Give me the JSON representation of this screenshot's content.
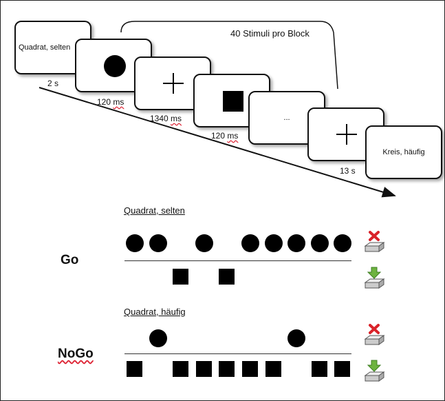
{
  "block_label": "40 Stimuli pro Block",
  "cards": [
    {
      "text": "Quadrat, selten"
    },
    {
      "stimulus": "circle"
    },
    {
      "stimulus": "fixation-cross"
    },
    {
      "stimulus": "square"
    },
    {
      "text": "..."
    },
    {
      "stimulus": "fixation-cross"
    },
    {
      "text": "Kreis, häufig"
    }
  ],
  "durations": {
    "instruction": "2 s",
    "stimulus_1": "120",
    "fixation": "1340",
    "stimulus_2": "120",
    "final": "13 s",
    "unit_ms": "ms"
  },
  "conditions": {
    "go": {
      "title": "Quadrat, selten",
      "label": "Go",
      "top_row": [
        "circle",
        "circle",
        "empty",
        "circle",
        "empty",
        "circle",
        "circle",
        "circle",
        "circle",
        "circle"
      ],
      "bottom_row": [
        "empty",
        "empty",
        "square",
        "empty",
        "square",
        "empty",
        "empty",
        "empty",
        "empty",
        "empty"
      ]
    },
    "nogo": {
      "title": "Quadrat, häufig",
      "label": "NoGo",
      "top_row": [
        "empty",
        "circle",
        "empty",
        "empty",
        "empty",
        "empty",
        "empty",
        "circle",
        "empty",
        "empty"
      ],
      "bottom_row": [
        "square",
        "empty",
        "square",
        "square",
        "square",
        "square",
        "square",
        "empty",
        "square",
        "square"
      ]
    }
  },
  "icons": {
    "no_press": "red-x-key-icon",
    "press": "green-arrow-key-icon",
    "x_color": "#d9232a",
    "arrow_color": "#6db33f"
  }
}
